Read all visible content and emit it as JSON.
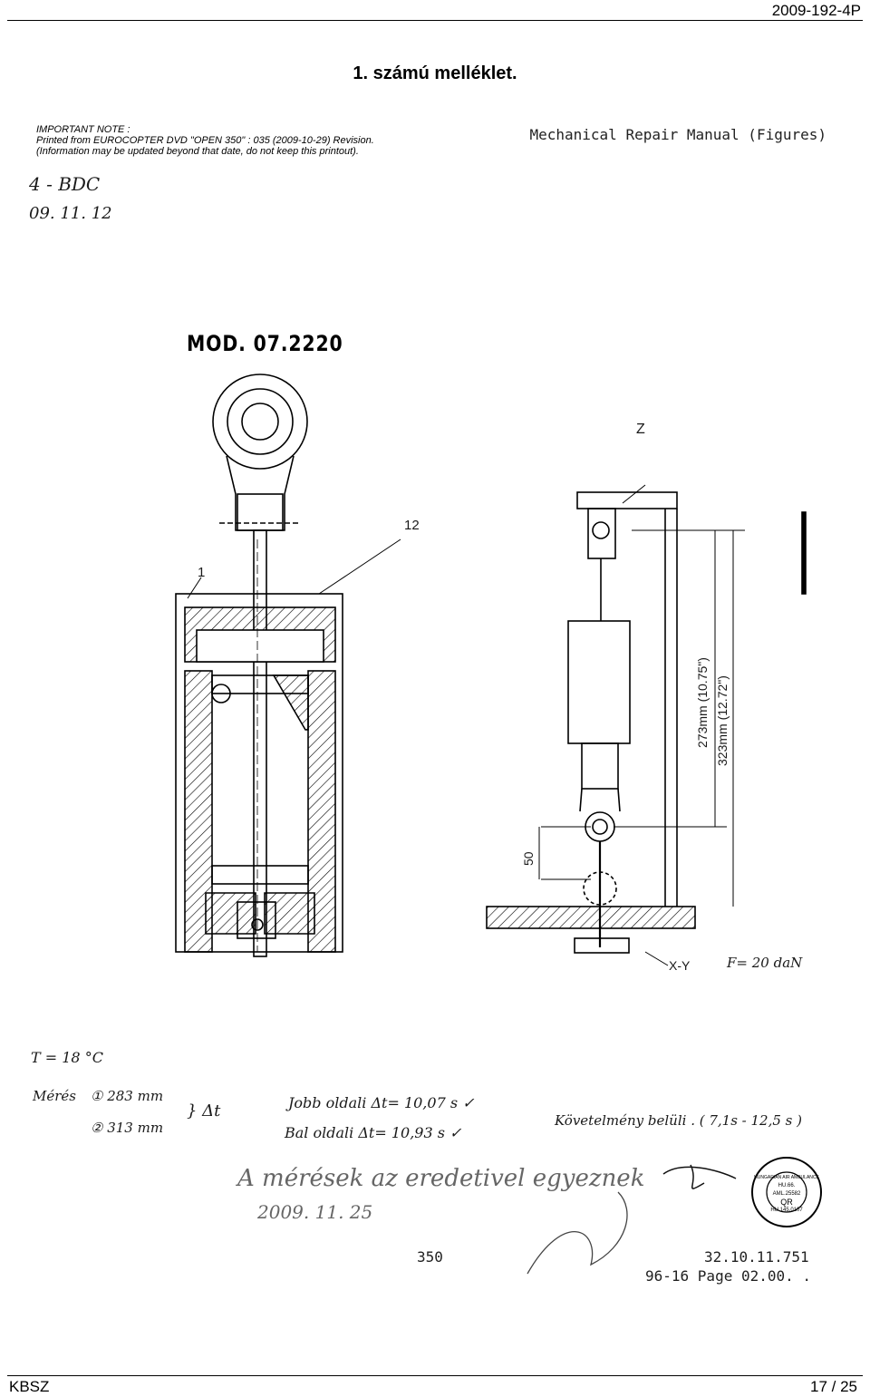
{
  "header": {
    "doc_id": "2009-192-4P"
  },
  "page_title": "1. számú melléklet.",
  "scan": {
    "important_note_lines": [
      "IMPORTANT NOTE :",
      "Printed from EUROCOPTER DVD \"OPEN 350\" : 035 (2009-10-29) Revision.",
      "(Information may be updated beyond that date, do not keep this printout)."
    ],
    "manual_title": "Mechanical Repair Manual (Figures)",
    "handwritten_ref": "4 - BDC",
    "handwritten_date": "09. 11. 12",
    "mod_label": "MOD. 07.2220",
    "callouts": {
      "z": "Z",
      "item12": "12",
      "item1": "1",
      "dim_273": "273mm (10.75\")",
      "dim_323": "323mm (12.72\")",
      "dim_50": "50",
      "xy": "X-Y",
      "force": "F= 20 daN"
    },
    "handwritten_notes": {
      "temp": "T = 18 °C",
      "meres_label": "Mérés",
      "m1": "① 283 mm",
      "m2": "② 313 mm",
      "delta_t": "} Δt",
      "jobb": "Jobb oldali Δt= 10,07 s ✓",
      "bal": "Bal oldali Δt= 10,93 s ✓",
      "kovetelmeny": "Követelmény belüli . ( 7,1s - 12,5 s )",
      "sentence": "A mérések az eredetivel egyeznek",
      "date2": "2009. 11. 25"
    },
    "stamp_lines": [
      "HUNGARIAN AIR AMBULANCE",
      "HU.66.",
      "AML.25582",
      "QR",
      "HU.145.0107"
    ],
    "page_ref_left": "350",
    "page_ref_right_1": "32.10.11.751",
    "page_ref_right_2": "96-16 Page 02.00. ."
  },
  "footer": {
    "left": "KBSZ",
    "right": "17 / 25"
  }
}
